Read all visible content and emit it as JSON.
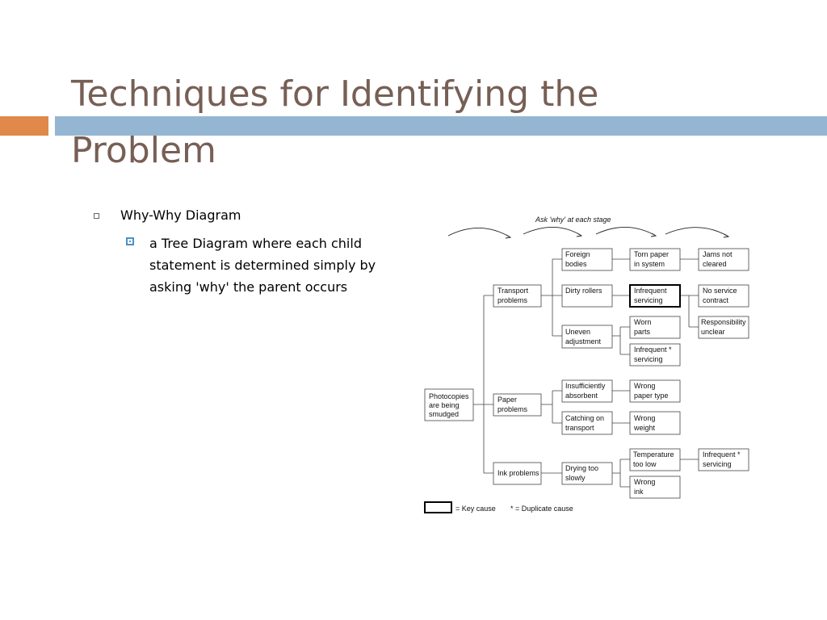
{
  "slide": {
    "title": "Techniques for Identifying the Problem",
    "bullet": "Why-Why Diagram",
    "subbullet": "a Tree Diagram where each child statement is determined simply by asking 'why' the parent occurs"
  },
  "diagram": {
    "header": "Ask 'why' at each stage",
    "nodes": {
      "root": [
        "Photocopies",
        "are being",
        "smudged"
      ],
      "transport": [
        "Transport",
        "problems"
      ],
      "paper": [
        "Paper",
        "problems"
      ],
      "ink": [
        "Ink problems"
      ],
      "foreign": [
        "Foreign",
        "bodies"
      ],
      "dirty": [
        "Dirty rollers"
      ],
      "uneven": [
        "Uneven",
        "adjustment"
      ],
      "insufficient": [
        "Insufficiently",
        "absorbent"
      ],
      "catching": [
        "Catching on",
        "transport"
      ],
      "drying": [
        "Drying too",
        "slowly"
      ],
      "torn": [
        "Torn paper",
        "in system"
      ],
      "infrequent1": [
        "Infrequent",
        "servicing"
      ],
      "worn": [
        "Worn",
        "parts"
      ],
      "infrequent2": [
        "Infrequent *",
        "servicing"
      ],
      "wrongtype": [
        "Wrong",
        "paper type"
      ],
      "wrongweight": [
        "Wrong",
        "weight"
      ],
      "temperature": [
        "Temperature",
        "too low"
      ],
      "wrongink": [
        "Wrong",
        "ink"
      ],
      "jams": [
        "Jams not",
        "cleared"
      ],
      "noservice": [
        "No service",
        "contract"
      ],
      "responsibility": [
        "Responsibility",
        "unclear"
      ],
      "infrequent3": [
        "Infrequent *",
        "servicing"
      ]
    },
    "legend": {
      "key_cause": "= Key cause",
      "duplicate_cause": "* = Duplicate cause"
    }
  }
}
